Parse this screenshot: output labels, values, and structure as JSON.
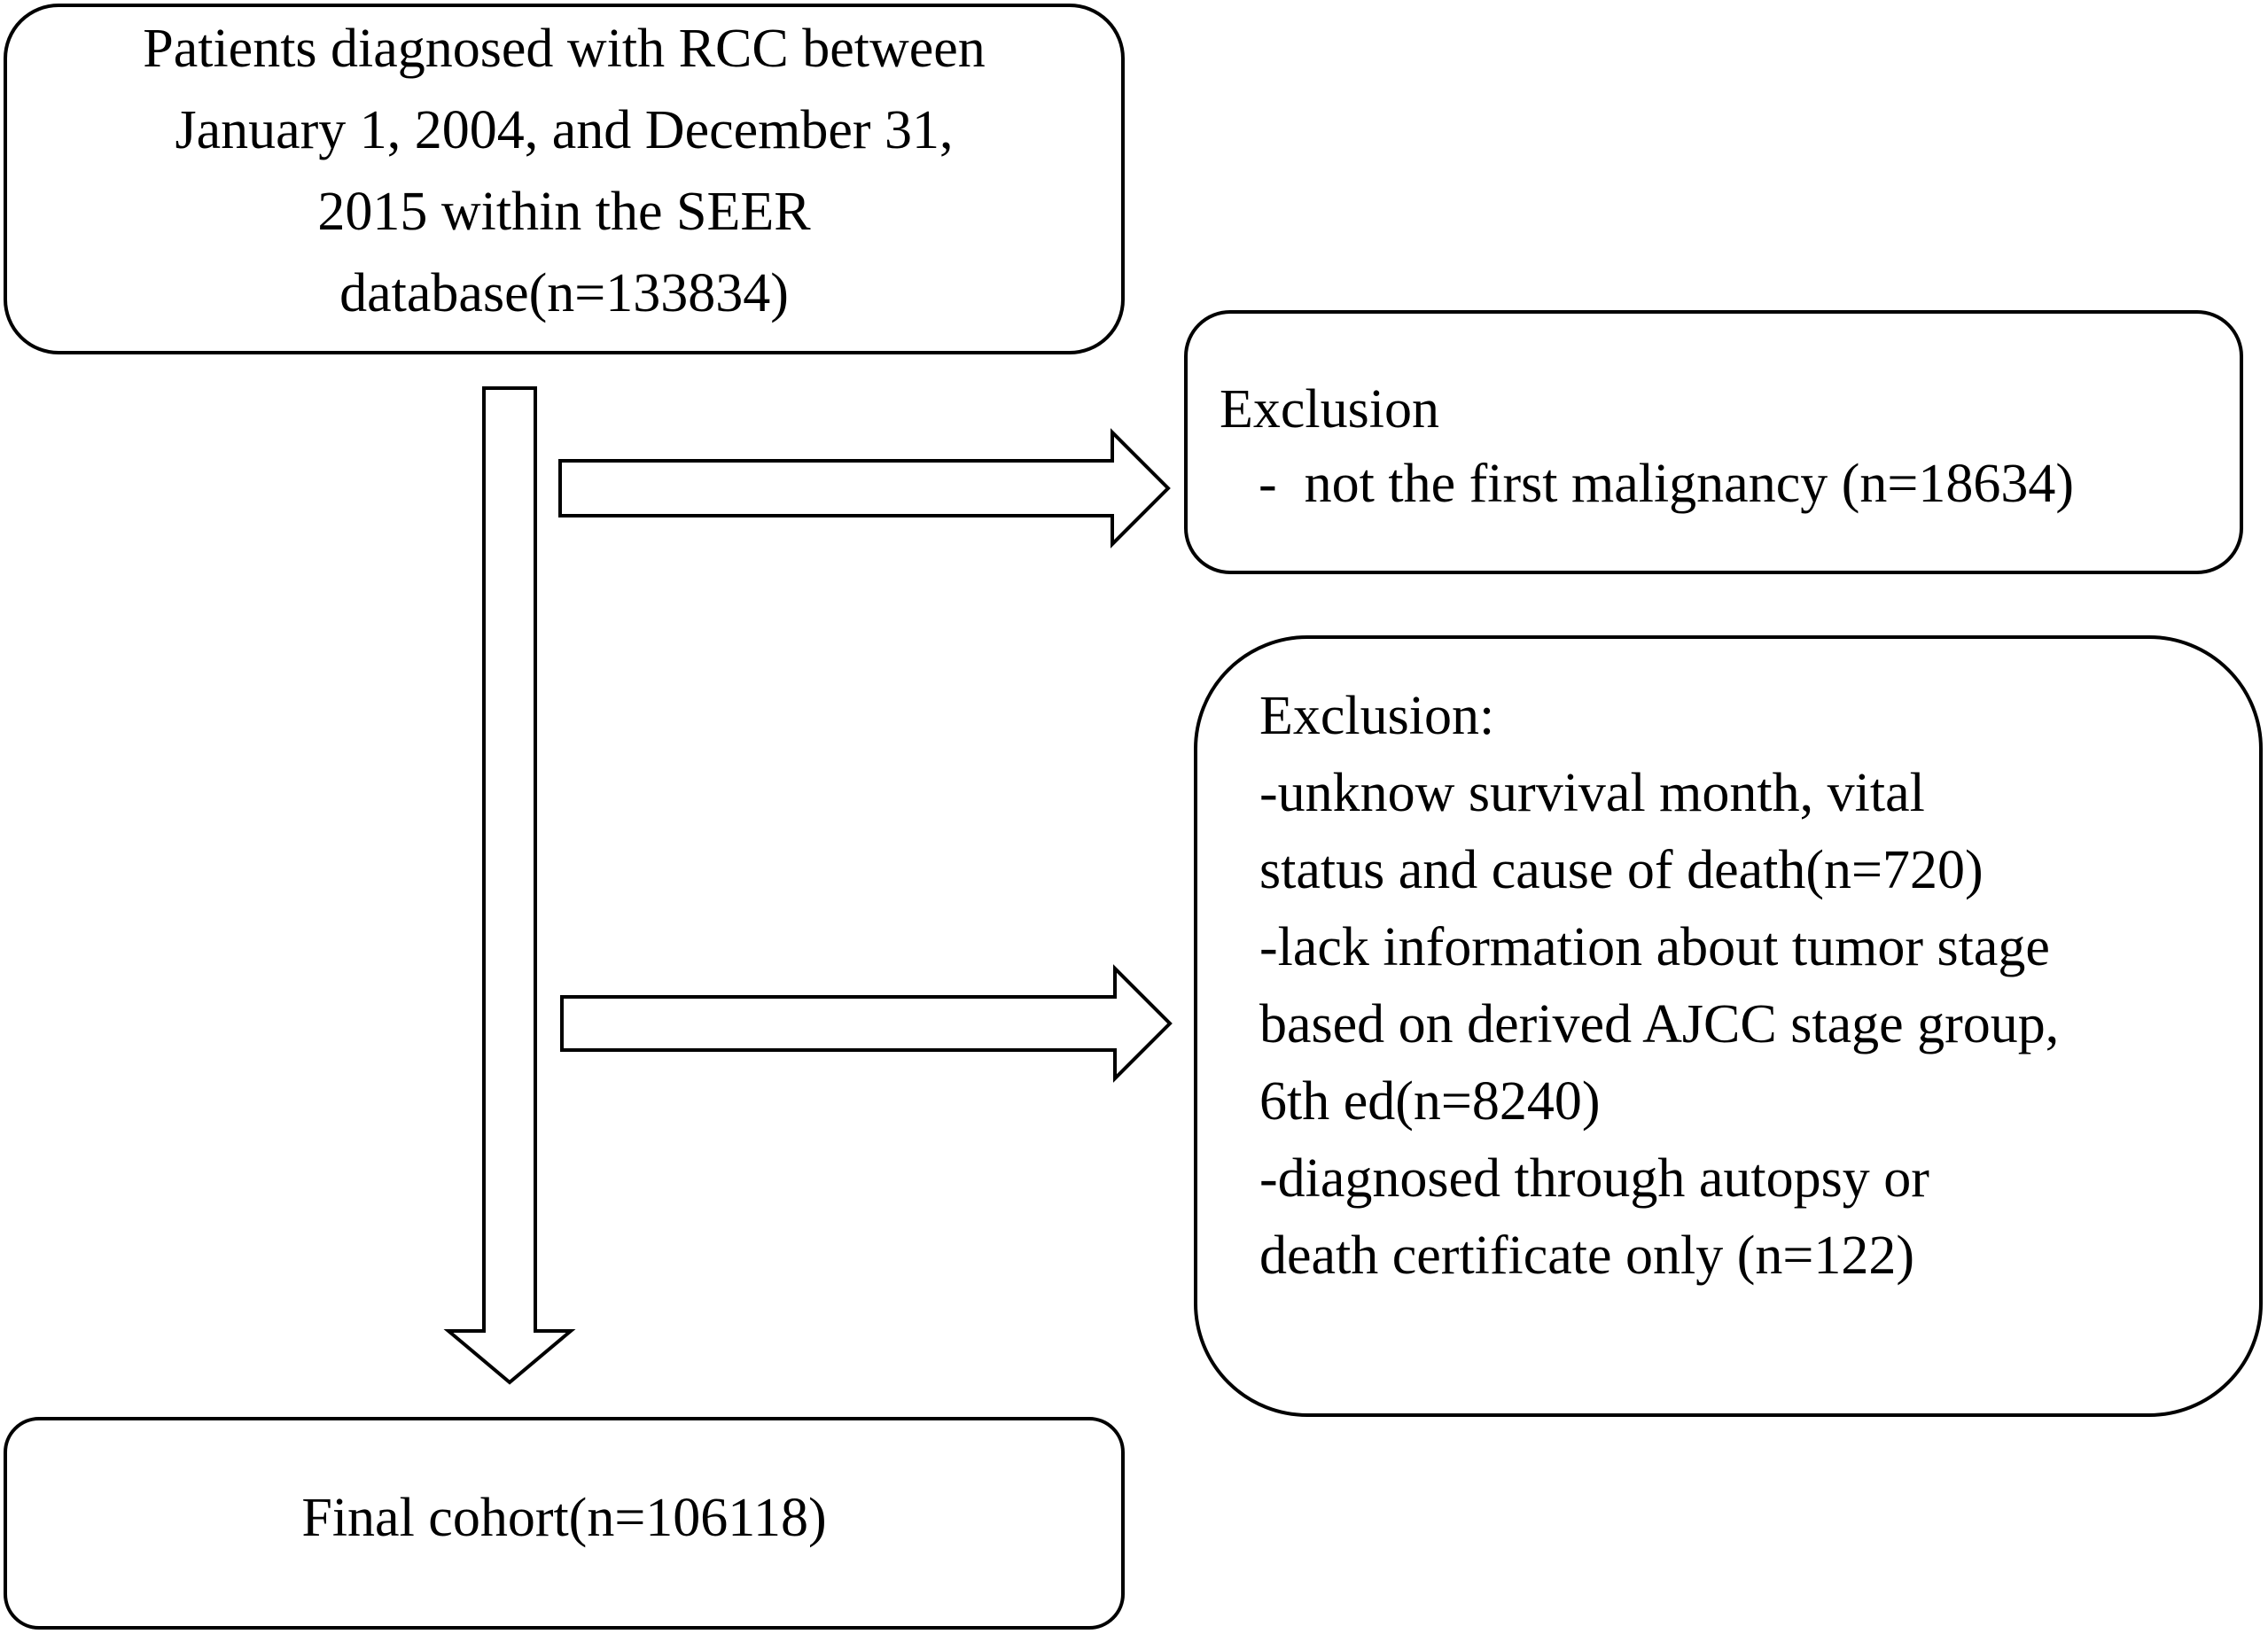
{
  "start_box": {
    "lines": [
      "Patients  diagnosed with RCC between",
      "January 1, 2004, and December 31,",
      "2015 within the SEER",
      "database(n=133834)"
    ]
  },
  "exclusion_1": {
    "heading": "Exclusion",
    "item": "-  not the first malignancy (n=18634)"
  },
  "exclusion_2": {
    "lines": [
      "Exclusion:",
      "-unknow survival month, vital",
      "status and cause of death(n=720)",
      "-lack information about tumor stage",
      "based on derived AJCC stage group,",
      "6th ed(n=8240)",
      "-diagnosed through autopsy or",
      "death certificate only (n=122)"
    ]
  },
  "final_box": {
    "label": "Final cohort(n=106118)"
  }
}
